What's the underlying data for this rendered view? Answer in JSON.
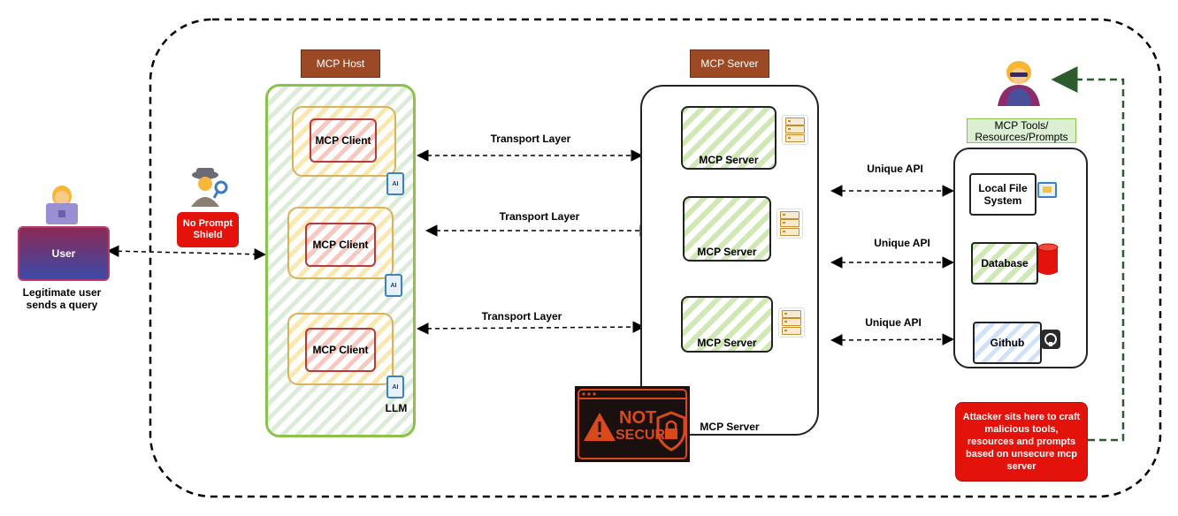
{
  "user": {
    "label": "User",
    "caption_line1": "Legitimate user",
    "caption_line2": "sends a query"
  },
  "shield": {
    "line1": "No Prompt",
    "line2": "Shield"
  },
  "host": {
    "tag": "MCP Host",
    "clients": [
      "MCP Client",
      "MCP Client",
      "MCP Client"
    ],
    "llm_label": "LLM",
    "ai_icon_text": "AI"
  },
  "transport": [
    "Transport Layer",
    "Transport Layer",
    "Transport Layer"
  ],
  "server": {
    "tag": "MCP Server",
    "servers": [
      "MCP Server",
      "MCP Server",
      "MCP Server"
    ],
    "bottom_label": "MCP Server"
  },
  "unique_api": [
    "Unique API",
    "Unique API",
    "Unique API"
  ],
  "tools": {
    "tag_line1": "MCP Tools/",
    "tag_line2": "Resources/Prompts",
    "items": [
      {
        "line1": "Local File",
        "line2": "System"
      },
      {
        "line1": "Database",
        "line2": ""
      },
      {
        "line1": "Github",
        "line2": ""
      }
    ]
  },
  "not_secure": {
    "line1": "NOT",
    "line2": "SECURE"
  },
  "attacker_note": {
    "line1": "Attacker sits here to craft",
    "line2": "malicious tools,",
    "line3": "resources and prompts",
    "line4": "based on unsecure mcp",
    "line5": "server"
  },
  "colors": {
    "accent_red": "#e3120b",
    "brown_tag": "#9c4a26",
    "host_border": "#8bc34a",
    "attacker_arrow": "#2e5b2e"
  },
  "icons": [
    "user-avatar-icon",
    "detective-icon",
    "attacker-icon",
    "server-rack-icon",
    "ai-phone-icon",
    "database-cylinder-icon",
    "github-icon",
    "folder-window-icon",
    "warning-icon",
    "lock-shield-icon"
  ]
}
